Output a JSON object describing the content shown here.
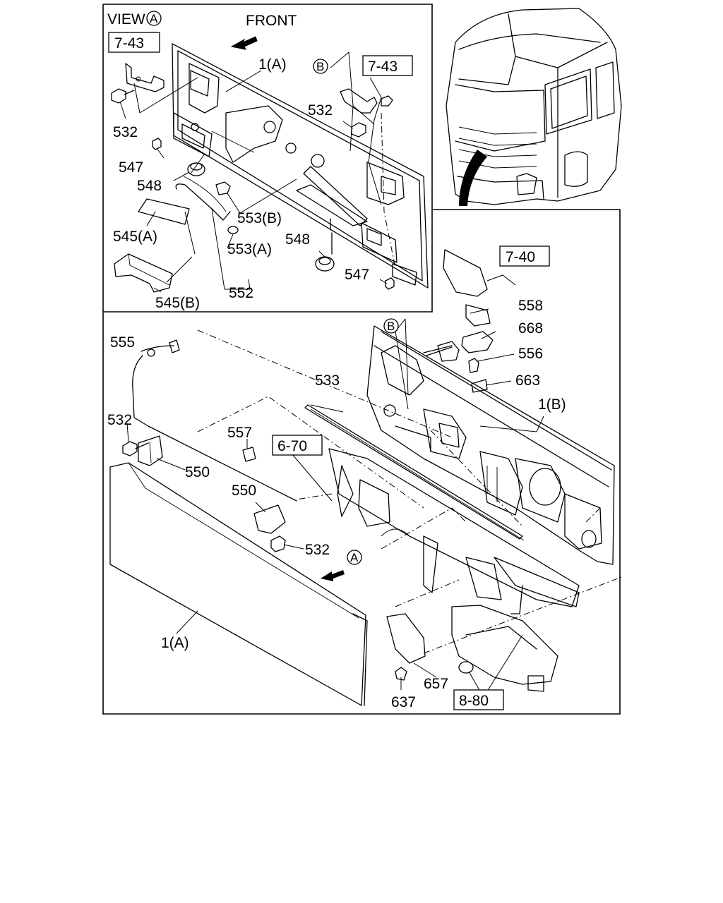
{
  "view_panel": {
    "title": "VIEW",
    "title_marker": "A",
    "front_label": "FRONT"
  },
  "refs": {
    "r743a": "7-43",
    "r743b": "7-43",
    "r740": "7-40",
    "r670": "6-70",
    "r880": "8-80"
  },
  "markers": {
    "b_top": "B",
    "b_main": "B",
    "a_main": "A"
  },
  "labels": {
    "l1a_top": "1(A)",
    "l532_top_left": "532",
    "l532_top_right": "532",
    "l547_left": "547",
    "l548_left": "548",
    "l545a": "545(A)",
    "l545b": "545(B)",
    "l553b": "553(B)",
    "l553a": "553(A)",
    "l552": "552",
    "l548_right": "548",
    "l547_right": "547",
    "l558": "558",
    "l668": "668",
    "l556": "556",
    "l663": "663",
    "l1b": "1(B)",
    "l555": "555",
    "l533": "533",
    "l532_mid": "532",
    "l557": "557",
    "l550_left": "550",
    "l550_mid": "550",
    "l532_low": "532",
    "l1a_main": "1(A)",
    "l657": "657",
    "l637": "637"
  }
}
